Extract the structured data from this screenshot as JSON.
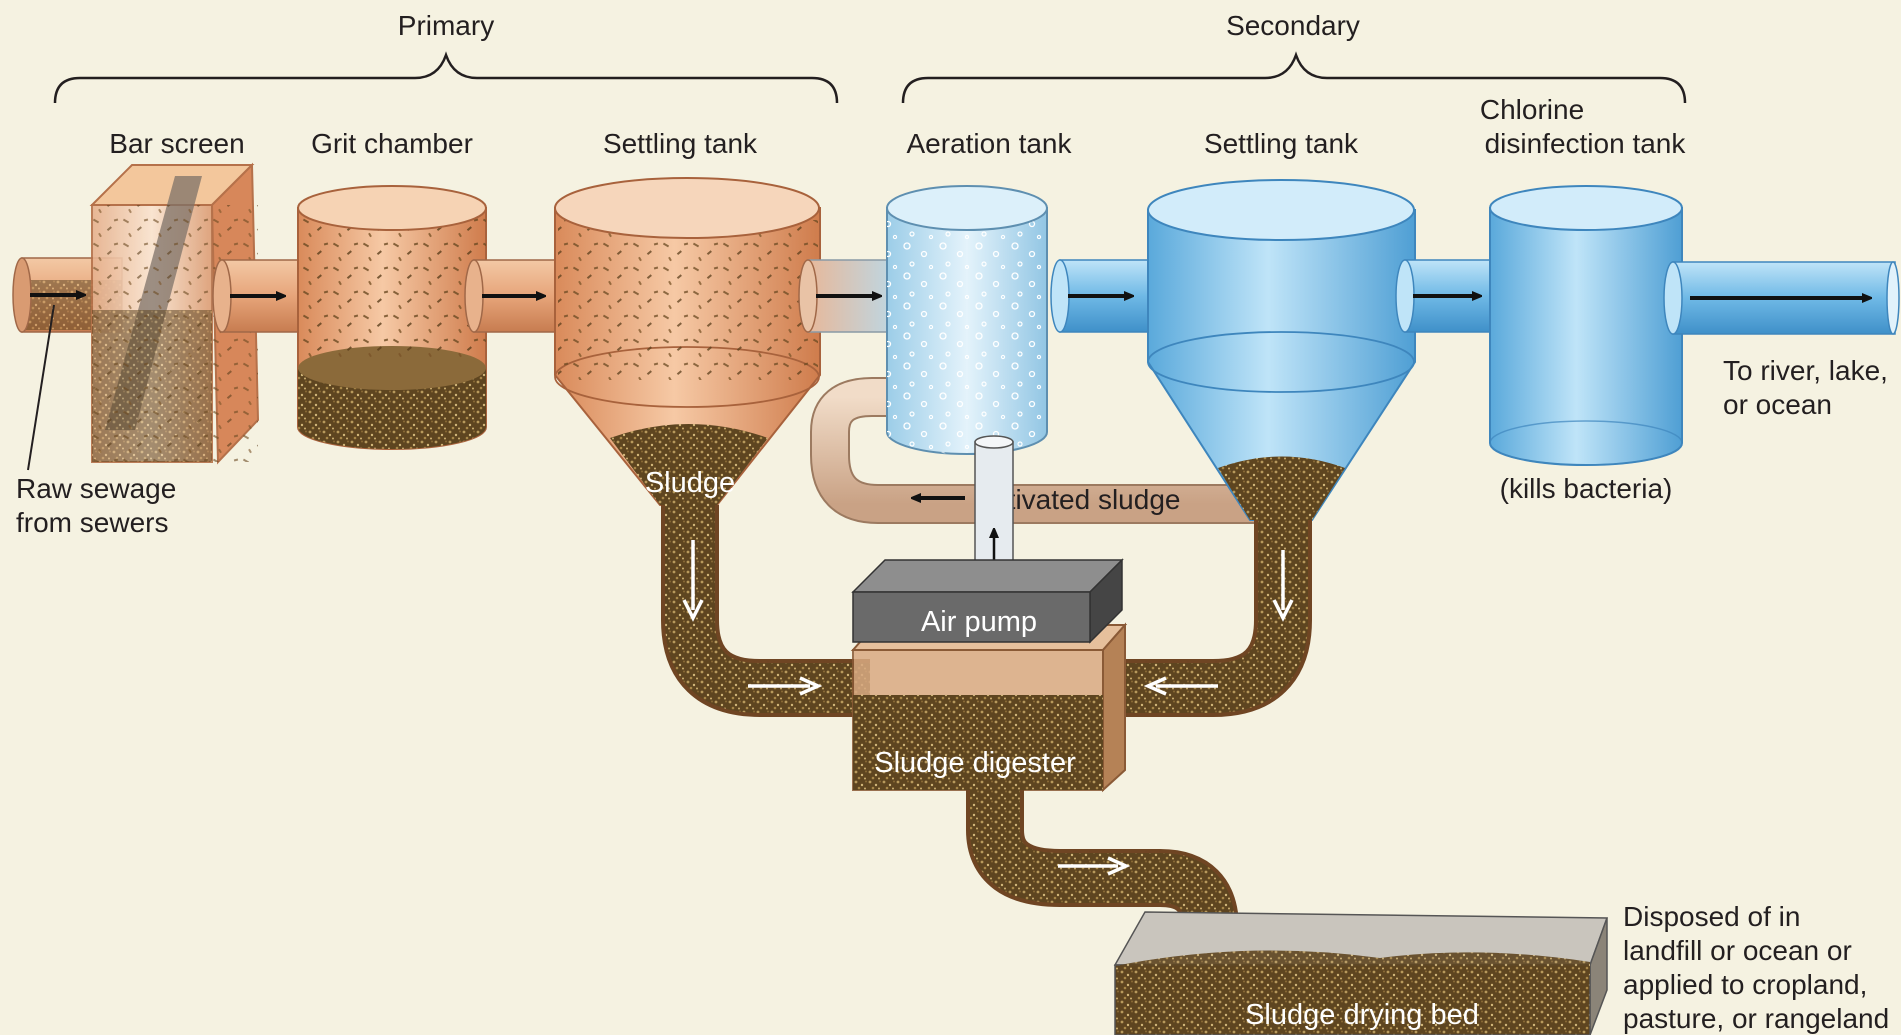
{
  "stages": {
    "primary": "Primary",
    "secondary": "Secondary"
  },
  "components": {
    "bar_screen": "Bar screen",
    "grit_chamber": "Grit chamber",
    "settling_tank_primary": "Settling tank",
    "aeration_tank": "Aeration tank",
    "settling_tank_secondary": "Settling tank",
    "chlorine_line1": "Chlorine",
    "chlorine_line2": "disinfection tank",
    "air_pump": "Air pump",
    "sludge_digester": "Sludge digester",
    "sludge_drying_bed": "Sludge drying bed"
  },
  "labels": {
    "raw_sewage_line1": "Raw sewage",
    "raw_sewage_line2": "from sewers",
    "sludge": "Sludge",
    "activated_sludge": "Activated sludge",
    "kills_bacteria": "(kills bacteria)",
    "outflow_line1": "To river, lake,",
    "outflow_line2": "or ocean",
    "disposal_line1": "Disposed of in",
    "disposal_line2": "landfill or ocean or",
    "disposal_line3": "applied to cropland,",
    "disposal_line4": "pasture, or rangeland"
  },
  "colors": {
    "background": "#f5f2e1",
    "primary_tank": "#e9a77a",
    "secondary_tank": "#8ecdf0",
    "sludge": "#7a5a2c",
    "pump": "#5d5d5d"
  }
}
